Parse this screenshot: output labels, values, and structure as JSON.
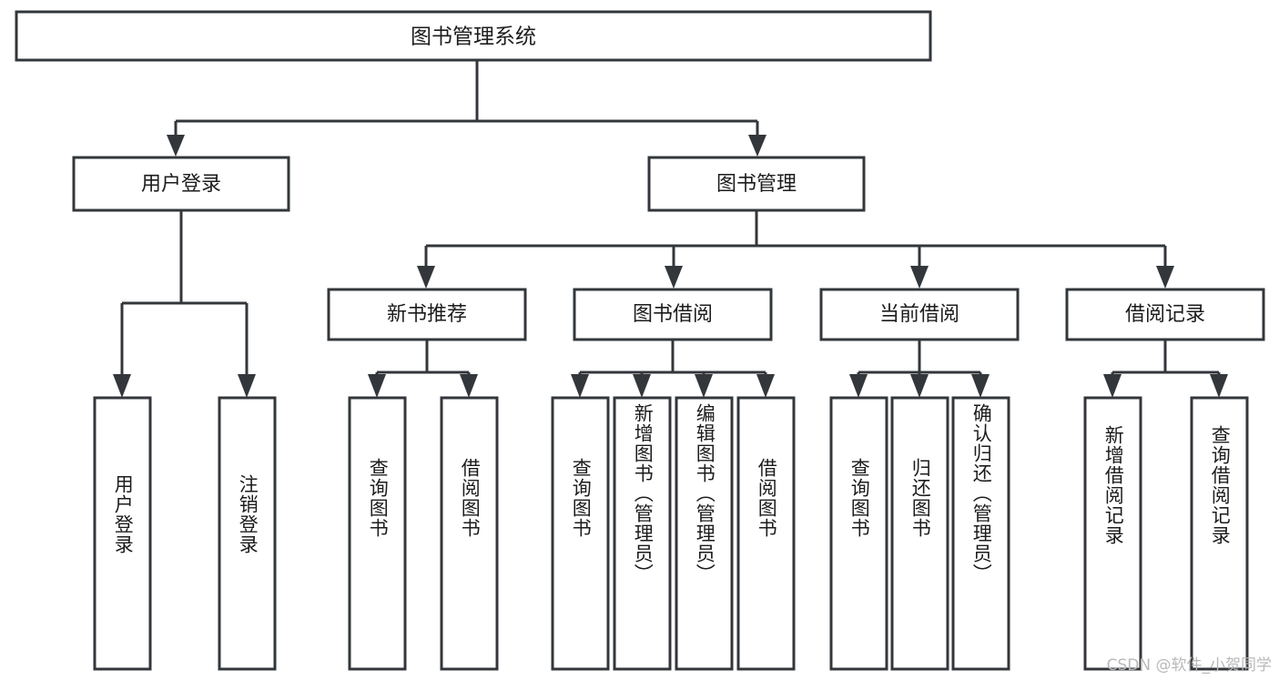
{
  "diagram": {
    "title": "图书管理系统",
    "watermark": "CSDN @软件_小贺同学",
    "stroke_color": "#33373b",
    "text_color": "#1c1c1c",
    "background_color": "#ffffff",
    "root": {
      "label": "图书管理系统"
    },
    "level2": [
      {
        "label": "用户登录"
      },
      {
        "label": "图书管理"
      }
    ],
    "level3": [
      {
        "label": "新书推荐"
      },
      {
        "label": "图书借阅"
      },
      {
        "label": "当前借阅"
      },
      {
        "label": "借阅记录"
      }
    ],
    "leaves": [
      {
        "label": "用户登录",
        "parent": "用户登录"
      },
      {
        "label": "注销登录",
        "parent": "用户登录"
      },
      {
        "label": "查询图书",
        "parent": "新书推荐"
      },
      {
        "label": "借阅图书",
        "parent": "新书推荐"
      },
      {
        "label": "查询图书",
        "parent": "图书借阅"
      },
      {
        "label": "新增图书（管理员）",
        "parent": "图书借阅"
      },
      {
        "label": "编辑图书（管理员）",
        "parent": "图书借阅"
      },
      {
        "label": "借阅图书",
        "parent": "图书借阅"
      },
      {
        "label": "查询图书",
        "parent": "当前借阅"
      },
      {
        "label": "归还图书",
        "parent": "当前借阅"
      },
      {
        "label": "确认归还（管理员）",
        "parent": "当前借阅"
      },
      {
        "label": "新增借阅记录",
        "parent": "借阅记录"
      },
      {
        "label": "查询借阅记录",
        "parent": "借阅记录"
      }
    ]
  }
}
